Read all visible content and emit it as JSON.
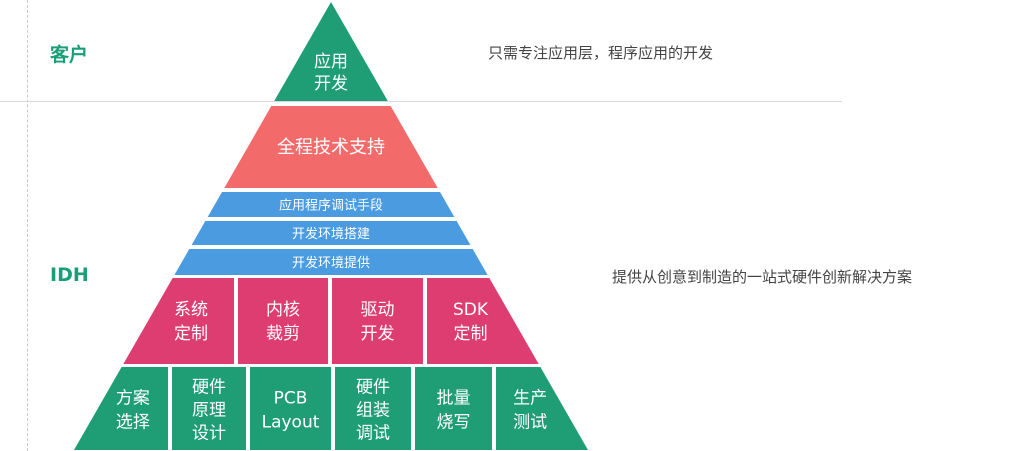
{
  "levels": {
    "customer": "客户",
    "idh": "IDH"
  },
  "descriptions": {
    "customer": "只需专注应用层，程序应用的开发",
    "idh": "提供从创意到制造的一站式硬件创新解决方案"
  },
  "pyramid": {
    "top": [
      "应用",
      "开发"
    ],
    "support": "全程技术支持",
    "bands": [
      "应用程序调试手段",
      "开发环境搭建",
      "开发环境提供"
    ],
    "middle_blocks": [
      [
        "系统",
        "定制"
      ],
      [
        "内核",
        "裁剪"
      ],
      [
        "驱动",
        "开发"
      ],
      [
        "SDK",
        "定制"
      ]
    ],
    "bottom_blocks": [
      [
        "方案",
        "选择"
      ],
      [
        "硬件",
        "原理",
        "设计"
      ],
      [
        "PCB",
        "Layout"
      ],
      [
        "硬件",
        "组装",
        "调试"
      ],
      [
        "批量",
        "烧写"
      ],
      [
        "生产",
        "测试"
      ]
    ]
  },
  "colors": {
    "green": "#1f9e76",
    "red": "#f26a6a",
    "blue": "#4a9be0",
    "pink": "#de3d72",
    "label_green": "#1a9e78"
  }
}
